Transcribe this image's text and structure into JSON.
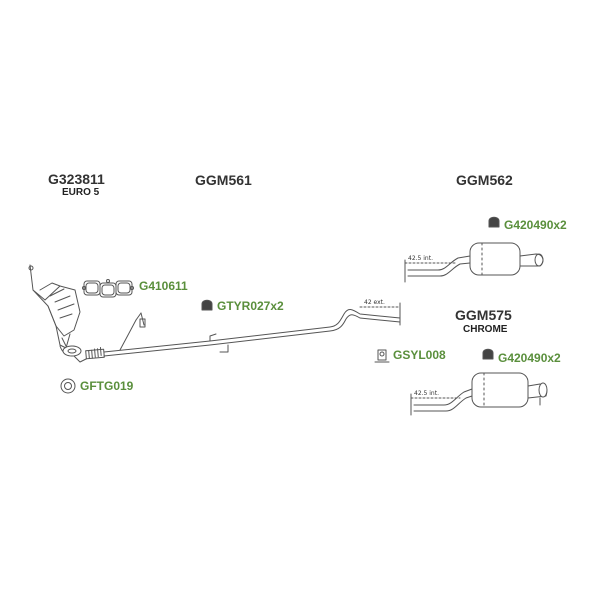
{
  "colors": {
    "line": "#555555",
    "accessory": "#5a8f3c",
    "part": "#333333"
  },
  "parts": [
    {
      "code": "G323811",
      "note": "EURO 5"
    },
    {
      "code": "GGM561"
    },
    {
      "code": "GGM562"
    },
    {
      "code": "GGM575",
      "note": "CHROME"
    }
  ],
  "accessories": [
    {
      "code": "G410611",
      "icon": "gasket-set-icon"
    },
    {
      "code": "GTYR027x2",
      "icon": "rubber-hanger-icon"
    },
    {
      "code": "GFTG019",
      "icon": "ring-gasket-icon"
    },
    {
      "code": "GSYL008",
      "icon": "mounting-bracket-icon"
    },
    {
      "code": "G420490x2",
      "icon": "rubber-hanger-icon"
    },
    {
      "code": "G420490x2",
      "icon": "rubber-hanger-icon"
    }
  ],
  "dimensions": {
    "ext": "42 ext.",
    "int_upper": "42.5 int.",
    "int_lower": "42.5 int."
  }
}
